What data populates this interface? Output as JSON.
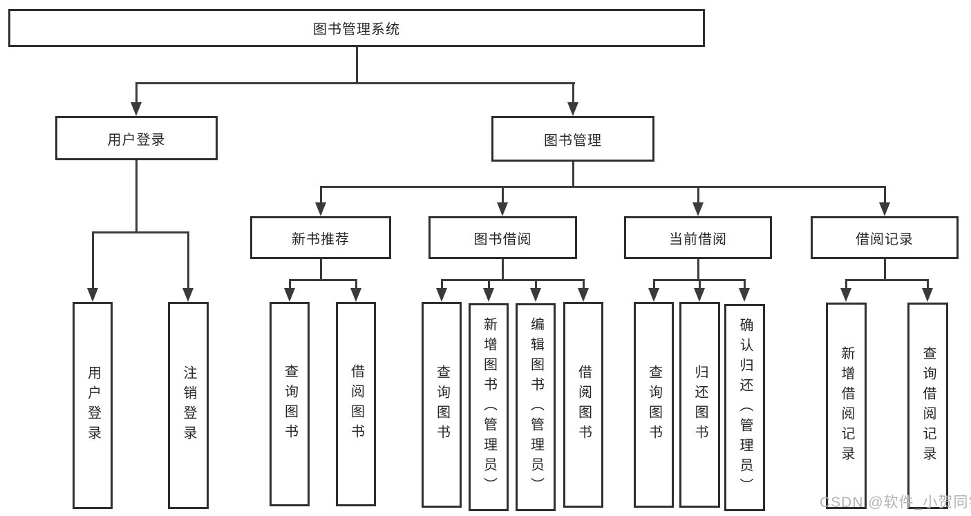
{
  "tree": {
    "root": "图书管理系统",
    "branches": [
      "用户登录",
      "图书管理"
    ],
    "modules": [
      "新书推荐",
      "图书借阅",
      "当前借阅",
      "借阅记录"
    ],
    "login_leaves": [
      "用户登录",
      "注销登录"
    ],
    "new_book_leaves": [
      "查询图书",
      "借阅图书"
    ],
    "borrow_leaves": [
      "查询图书",
      "新增图书（管理员）",
      "编辑图书（管理员）",
      "借阅图书"
    ],
    "current_leaves": [
      "查询图书",
      "归还图书",
      "确认归还（管理员）"
    ],
    "record_leaves": [
      "新增借阅记录",
      "查询借阅记录"
    ]
  },
  "watermark": "CSDN @软件_小贺同学",
  "colors": {
    "line": "#3a3a3a",
    "box_border": "#2e2e2e",
    "box_fill": "#ffffff",
    "text": "#262626",
    "watermark": "#b3b3b3",
    "background": "#ffffff"
  }
}
